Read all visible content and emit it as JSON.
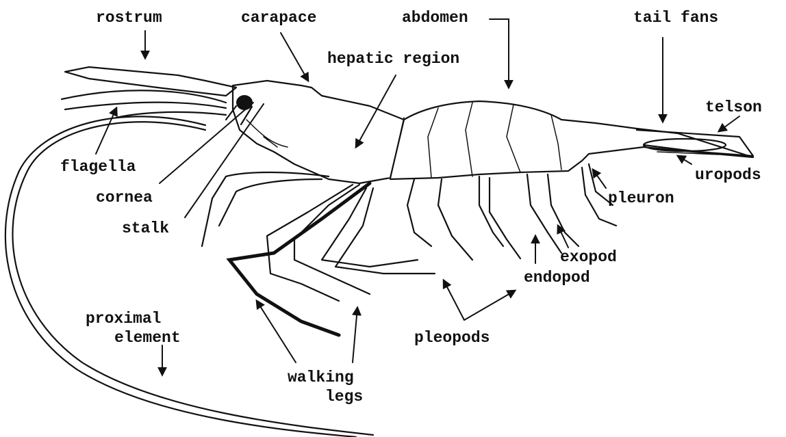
{
  "labels": {
    "rostrum": "rostrum",
    "carapace": "carapace",
    "abdomen": "abdomen",
    "tail_fans": "tail fans",
    "hepatic_region": "hepatic region",
    "telson": "telson",
    "flagella": "flagella",
    "uropods": "uropods",
    "cornea": "cornea",
    "pleuron": "pleuron",
    "stalk": "stalk",
    "exopod": "exopod",
    "endopod": "endopod",
    "proximal_line1": "proximal",
    "proximal_line2": "element",
    "pleopods": "pleopods",
    "walking_line1": "walking",
    "walking_line2": "legs"
  }
}
